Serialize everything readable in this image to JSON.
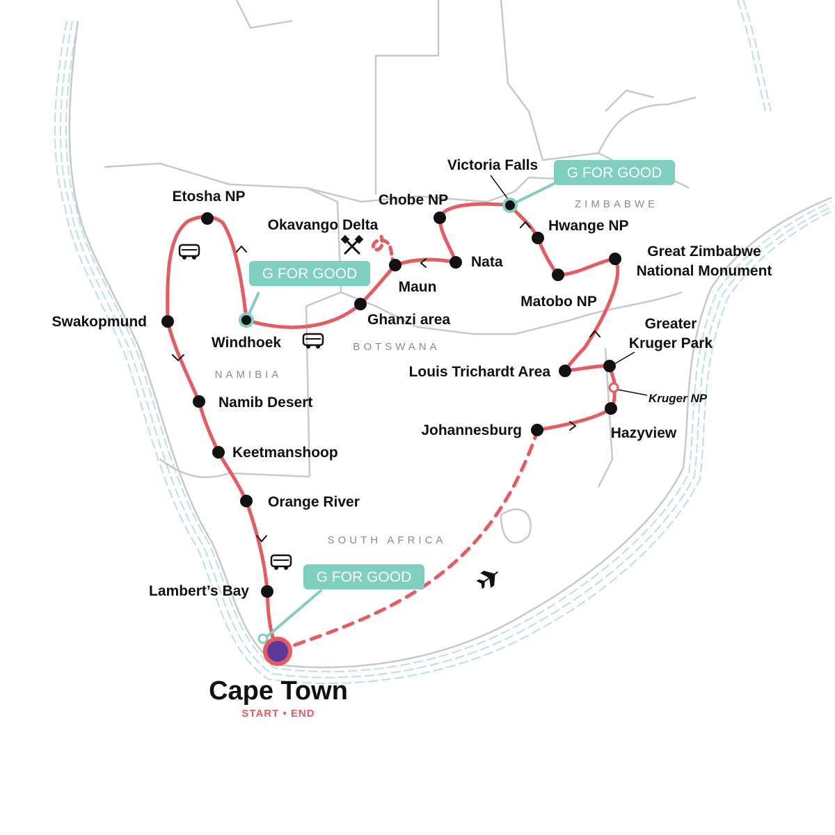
{
  "map": {
    "colors": {
      "route": "#e85a5f",
      "accent": "#7fcfc1",
      "start": "#5b3a9b",
      "land": "#c8c8c8",
      "coast": "#b9e1de"
    },
    "start_end": {
      "city": "Cape Town",
      "caption": "START • END"
    },
    "countries": {
      "namibia": "NAMIBIA",
      "botswana": "BOTSWANA",
      "zimbabwe": "ZIMBABWE",
      "south_africa": "SOUTH AFRICA"
    },
    "badges": {
      "g_for_good": "G FOR GOOD"
    },
    "stops": {
      "etosha": "Etosha NP",
      "okavango": "Okavango Delta",
      "chobe": "Chobe NP",
      "victoria_falls": "Victoria Falls",
      "hwange": "Hwange NP",
      "swakopmund": "Swakopmund",
      "windhoek": "Windhoek",
      "maun": "Maun",
      "nata": "Nata",
      "ghanzi": "Ghanzi area",
      "matobo": "Matobo NP",
      "great_zimbabwe_1": "Great Zimbabwe",
      "great_zimbabwe_2": "National Monument",
      "greater_kruger_1": "Greater",
      "greater_kruger_2": "Kruger Park",
      "louis_trichardt": "Louis Trichardt Area",
      "kruger_np": "Kruger NP",
      "johannesburg": "Johannesburg",
      "hazyview": "Hazyview",
      "namib": "Namib Desert",
      "keetmanshoop": "Keetmanshoop",
      "orange_river": "Orange River",
      "lamberts_bay": "Lambert’s Bay"
    },
    "icons": [
      "bus-icon",
      "bus-icon",
      "bus-icon",
      "paddles-icon",
      "airplane-icon"
    ]
  }
}
